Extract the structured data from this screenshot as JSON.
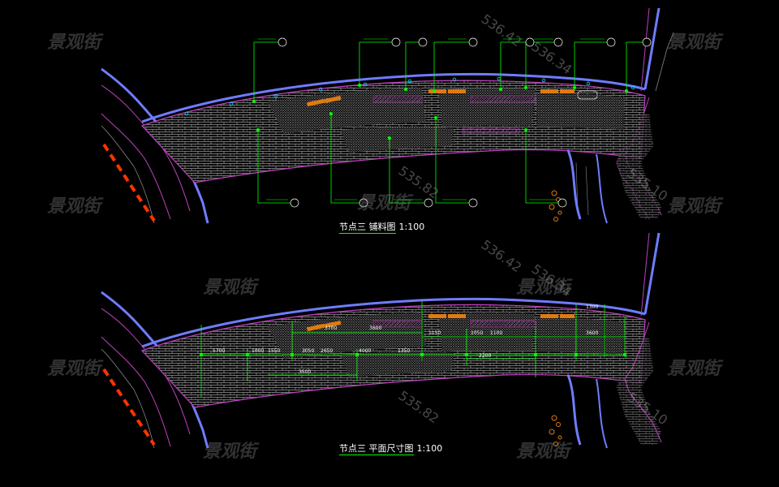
{
  "watermark": "景观街",
  "drawings": {
    "top": {
      "title": "节点三 铺料图",
      "scale": "1:100"
    },
    "bottom": {
      "title": "节点三 平面尺寸图",
      "scale": "1:100"
    }
  },
  "elevation_marks": [
    "536.42",
    "536.34",
    "535.82",
    "535.10",
    "536.42",
    "536.34",
    "535.82",
    "535.10"
  ],
  "dimension_values": [
    "5700",
    "1000",
    "1550",
    "3050",
    "2650",
    "4000",
    "3600",
    "1350",
    "3500",
    "3700",
    "2200",
    "1150",
    "1050",
    "1100",
    "3600",
    "1300"
  ],
  "colors": {
    "background": "#000000",
    "curb_blue": "#6f7cff",
    "boundary_magenta": "#c040c0",
    "leader_green": "#00ff00",
    "bench_orange": "#e07a10",
    "paving_white": "#dcdcdc",
    "node_cyan": "#00e0ff",
    "road_red": "#ff3300"
  }
}
